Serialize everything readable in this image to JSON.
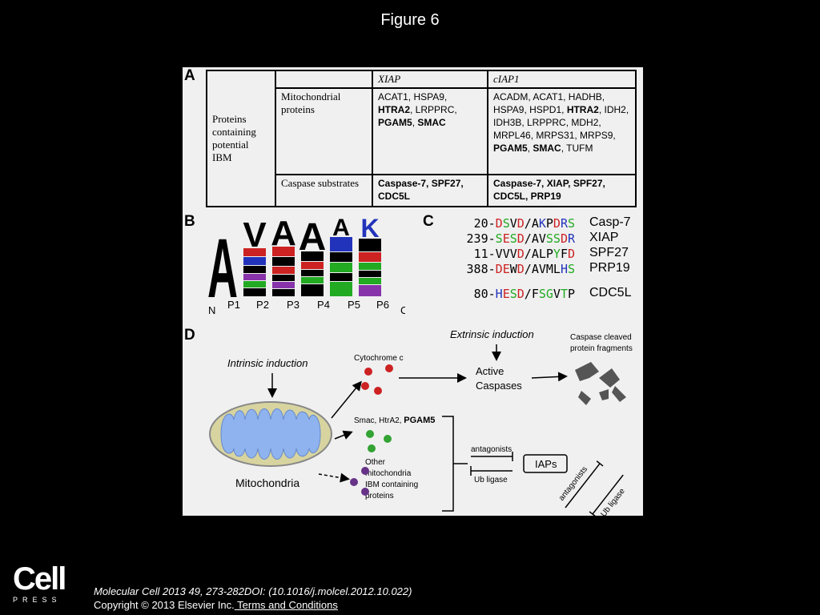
{
  "slide": {
    "title": "Figure 6",
    "citation": "Molecular Cell 2013 49, 273-282DOI: (10.1016/j.molcel.2012.10.022)",
    "copyright": "Copyright © 2013 Elsevier Inc.",
    "terms_link": " Terms and Conditions",
    "logo_main": "Cell",
    "logo_sub": "PRESS"
  },
  "panelA": {
    "label": "A",
    "row_header": "Proteins containing potential IBM",
    "col1": "XIAP",
    "col2": "cIAP1",
    "row1_label": "Mitochondrial proteins",
    "row2_label": "Caspase substrates",
    "xiap_mito": [
      {
        "text": "ACAT1, HSPA9, ",
        "bold": false
      },
      {
        "text": "HTRA2",
        "bold": true
      },
      {
        "text": ", LRPPRC, ",
        "bold": false
      },
      {
        "text": "PGAM5",
        "bold": true
      },
      {
        "text": ", ",
        "bold": false
      },
      {
        "text": "SMAC",
        "bold": true
      }
    ],
    "ciap_mito": [
      {
        "text": "ACADM, ACAT1, HADHB, HSPA9, HSPD1, ",
        "bold": false
      },
      {
        "text": "HTRA2",
        "bold": true
      },
      {
        "text": ", IDH2, IDH3B, LRPPRC, MDH2, MRPL46, MRPS31, MRPS9, ",
        "bold": false
      },
      {
        "text": "PGAM5",
        "bold": true
      },
      {
        "text": ", ",
        "bold": false
      },
      {
        "text": "SMAC",
        "bold": true
      },
      {
        "text": ", TUFM",
        "bold": false
      }
    ],
    "xiap_casp": "Caspase-7, SPF27, CDC5L",
    "ciap_casp": "Caspase-7, XIAP, SPF27, CDC5L, PRP19"
  },
  "panelB": {
    "label": "B",
    "n_term": "N",
    "c_term": "C",
    "positions": [
      "P1",
      "P2",
      "P3",
      "P4",
      "P5",
      "P6"
    ],
    "logo_top_letters": [
      "A",
      "V",
      "A",
      "A",
      "A",
      "K"
    ]
  },
  "panelC": {
    "label": "C",
    "rows": [
      {
        "num": "20-",
        "seq": "DSVD/AKPDRS",
        "name": "Casp-7"
      },
      {
        "num": "239-",
        "seq": "SESD/AVSSDR",
        "name": "XIAP"
      },
      {
        "num": "11-",
        "seq": "VVVD/ALPYFD",
        "name": "SPF27"
      },
      {
        "num": "388-",
        "seq": "DEWD/AVMLHS",
        "name": "PRP19"
      },
      {
        "num": "80-",
        "seq": "HESD/FSGVTP",
        "name": "CDC5L"
      }
    ],
    "colors": {
      "acidic": "#cc2222",
      "basic": "#2233bb",
      "polar": "#22aa22",
      "hydrophobic": "#000000"
    }
  },
  "panelD": {
    "label": "D",
    "intrinsic": "Intrinsic induction",
    "extrinsic": "Extrinsic induction",
    "cytochrome": "Cytochrome c",
    "smac_prefix": "Smac, HtrA2, ",
    "smac_bold": "PGAM5",
    "other": [
      "Other",
      "mitochondria",
      "IBM containing",
      "proteins"
    ],
    "active": [
      "Active",
      "Caspases"
    ],
    "cleaved": [
      "Caspase cleaved",
      "protein fragments"
    ],
    "mitochondria": "Mitochondria",
    "antagonists": "antagonists",
    "ub_ligase": "Ub ligase",
    "iaps": "IAPs"
  }
}
